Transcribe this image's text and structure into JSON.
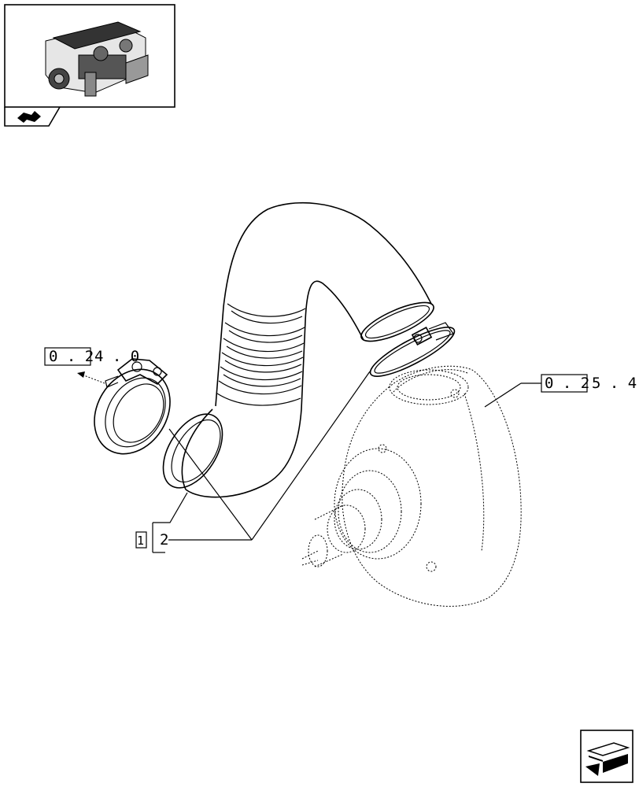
{
  "references": {
    "left": {
      "boxed": "0 . 2",
      "rest": "4 . 0"
    },
    "right": {
      "boxed": "0 . 2",
      "rest": "5 . 4"
    }
  },
  "callout": {
    "index": "1",
    "item": "2"
  },
  "icons": {
    "thumbnail": "engine-thumbnail-icon",
    "tab": "section-tab-icon",
    "nav": "next-page-arrow-icon"
  }
}
